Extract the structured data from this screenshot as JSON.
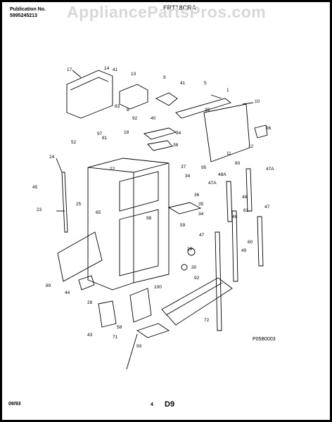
{
  "header": {
    "publication_label": "Publication No.",
    "publication_number": "5995245213",
    "model": "FRT18CRA",
    "watermark": "AppliancePartsPros.com"
  },
  "footer": {
    "date": "09/93",
    "page_number": "4",
    "section_code": "D9",
    "drawing_ref": "P05B0003"
  },
  "callouts": [
    {
      "id": "c17",
      "text": "17"
    },
    {
      "id": "c14",
      "text": "14"
    },
    {
      "id": "c41a",
      "text": "41"
    },
    {
      "id": "c13",
      "text": "13"
    },
    {
      "id": "c9",
      "text": "9"
    },
    {
      "id": "c41b",
      "text": "41"
    },
    {
      "id": "c5",
      "text": "5"
    },
    {
      "id": "c1",
      "text": "1"
    },
    {
      "id": "c10",
      "text": "10"
    },
    {
      "id": "c8",
      "text": "8"
    },
    {
      "id": "c83",
      "text": "83"
    },
    {
      "id": "c92a",
      "text": "92"
    },
    {
      "id": "c40",
      "text": "40"
    },
    {
      "id": "c39",
      "text": "39"
    },
    {
      "id": "c96",
      "text": "96"
    },
    {
      "id": "c97",
      "text": "97"
    },
    {
      "id": "c81a",
      "text": "81"
    },
    {
      "id": "c18",
      "text": "18"
    },
    {
      "id": "c94",
      "text": "94"
    },
    {
      "id": "c38",
      "text": "38"
    },
    {
      "id": "c12",
      "text": "12"
    },
    {
      "id": "c52",
      "text": "52"
    },
    {
      "id": "c11",
      "text": "11"
    },
    {
      "id": "c24",
      "text": "24"
    },
    {
      "id": "c37",
      "text": "37"
    },
    {
      "id": "c95",
      "text": "95"
    },
    {
      "id": "c60a",
      "text": "60"
    },
    {
      "id": "c47a",
      "text": "47A"
    },
    {
      "id": "c22",
      "text": "22"
    },
    {
      "id": "c48a",
      "text": "48A"
    },
    {
      "id": "c34a",
      "text": "34"
    },
    {
      "id": "c45",
      "text": "45"
    },
    {
      "id": "c36",
      "text": "36"
    },
    {
      "id": "c47ab",
      "text": "47A"
    },
    {
      "id": "c48b",
      "text": "48"
    },
    {
      "id": "c35",
      "text": "35"
    },
    {
      "id": "c25",
      "text": "25"
    },
    {
      "id": "c34b",
      "text": "34"
    },
    {
      "id": "c81b",
      "text": "81"
    },
    {
      "id": "c47b",
      "text": "47"
    },
    {
      "id": "c23",
      "text": "23"
    },
    {
      "id": "c65",
      "text": "65"
    },
    {
      "id": "c59",
      "text": "59"
    },
    {
      "id": "c48c",
      "text": "48"
    },
    {
      "id": "c98",
      "text": "98"
    },
    {
      "id": "c47c",
      "text": "47"
    },
    {
      "id": "c60b",
      "text": "60"
    },
    {
      "id": "c29",
      "text": "29"
    },
    {
      "id": "c49",
      "text": "49"
    },
    {
      "id": "c30",
      "text": "30"
    },
    {
      "id": "c92b",
      "text": "92"
    },
    {
      "id": "c89",
      "text": "89"
    },
    {
      "id": "c44",
      "text": "44"
    },
    {
      "id": "c100",
      "text": "100"
    },
    {
      "id": "c28",
      "text": "28"
    },
    {
      "id": "c72",
      "text": "72"
    },
    {
      "id": "c43",
      "text": "43"
    },
    {
      "id": "c58",
      "text": "58"
    },
    {
      "id": "c71",
      "text": "71"
    },
    {
      "id": "c93",
      "text": "93"
    }
  ]
}
